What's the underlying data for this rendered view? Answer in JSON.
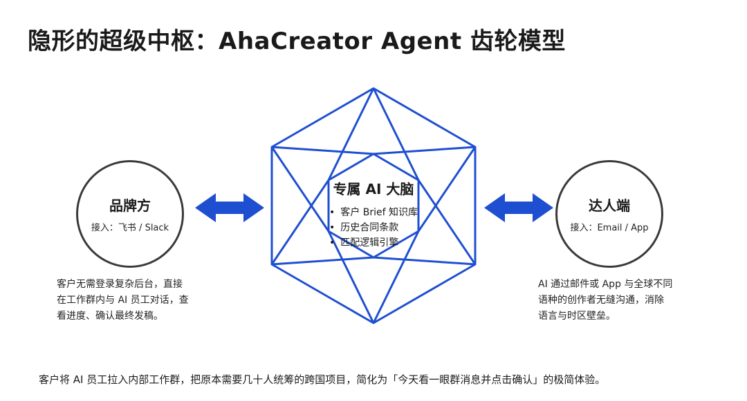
{
  "title": "隐形的超级中枢：AhaCreator Agent 齿轮模型",
  "left": {
    "name": "品牌方",
    "access": "接入：飞书 / Slack",
    "description": [
      "客户无需登录复杂后台，直接",
      "在工作群内与 AI 员工对话，查",
      "看进度、确认最终发稿。"
    ]
  },
  "center": {
    "title": "专属 AI 大脑",
    "items": [
      "客户 Brief 知识库",
      "历史合同条款",
      "匹配逻辑引擎"
    ]
  },
  "right": {
    "name": "达人端",
    "access": "接入：Email / App",
    "description": [
      "AI 通过邮件或 App 与全球不同",
      "语种的创作者无缝沟通，消除",
      "语言与时区壁垒。"
    ]
  },
  "footer": "客户将 AI 员工拉入内部工作群，把原本需要几十人统筹的跨国项目，简化为「今天看一眼群消息并点击确认」的极简体验。",
  "colors": {
    "accent": "#1f4fd1",
    "circle_border": "#3a3a3a",
    "text": "#1a1a1a"
  }
}
